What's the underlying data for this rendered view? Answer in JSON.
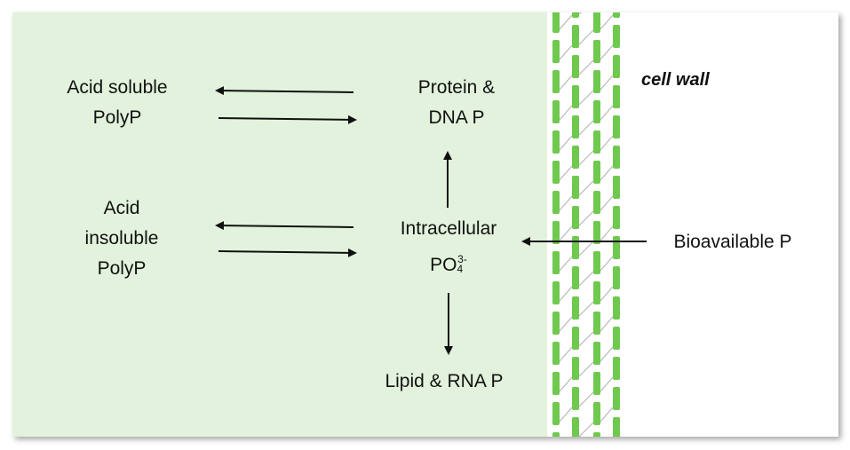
{
  "nodes": {
    "acid_soluble_polyp": [
      "Acid soluble",
      "PolyP"
    ],
    "acid_insoluble_polyp": [
      "Acid",
      "insoluble",
      "PolyP"
    ],
    "protein_dna_p": [
      "Protein &",
      "DNA P"
    ],
    "intracellular_po4": {
      "line1": "Intracellular",
      "base": "PO",
      "subscript": "4",
      "superscript": "3-"
    },
    "lipid_rna_p": "Lipid & RNA P",
    "bioavailable_p": "Bioavailable P"
  },
  "cell_wall_label": "cell wall",
  "colors": {
    "cytoplasm": "#e2f2dc",
    "wall_segment": "#6fc94f",
    "arrow": "#111111"
  }
}
